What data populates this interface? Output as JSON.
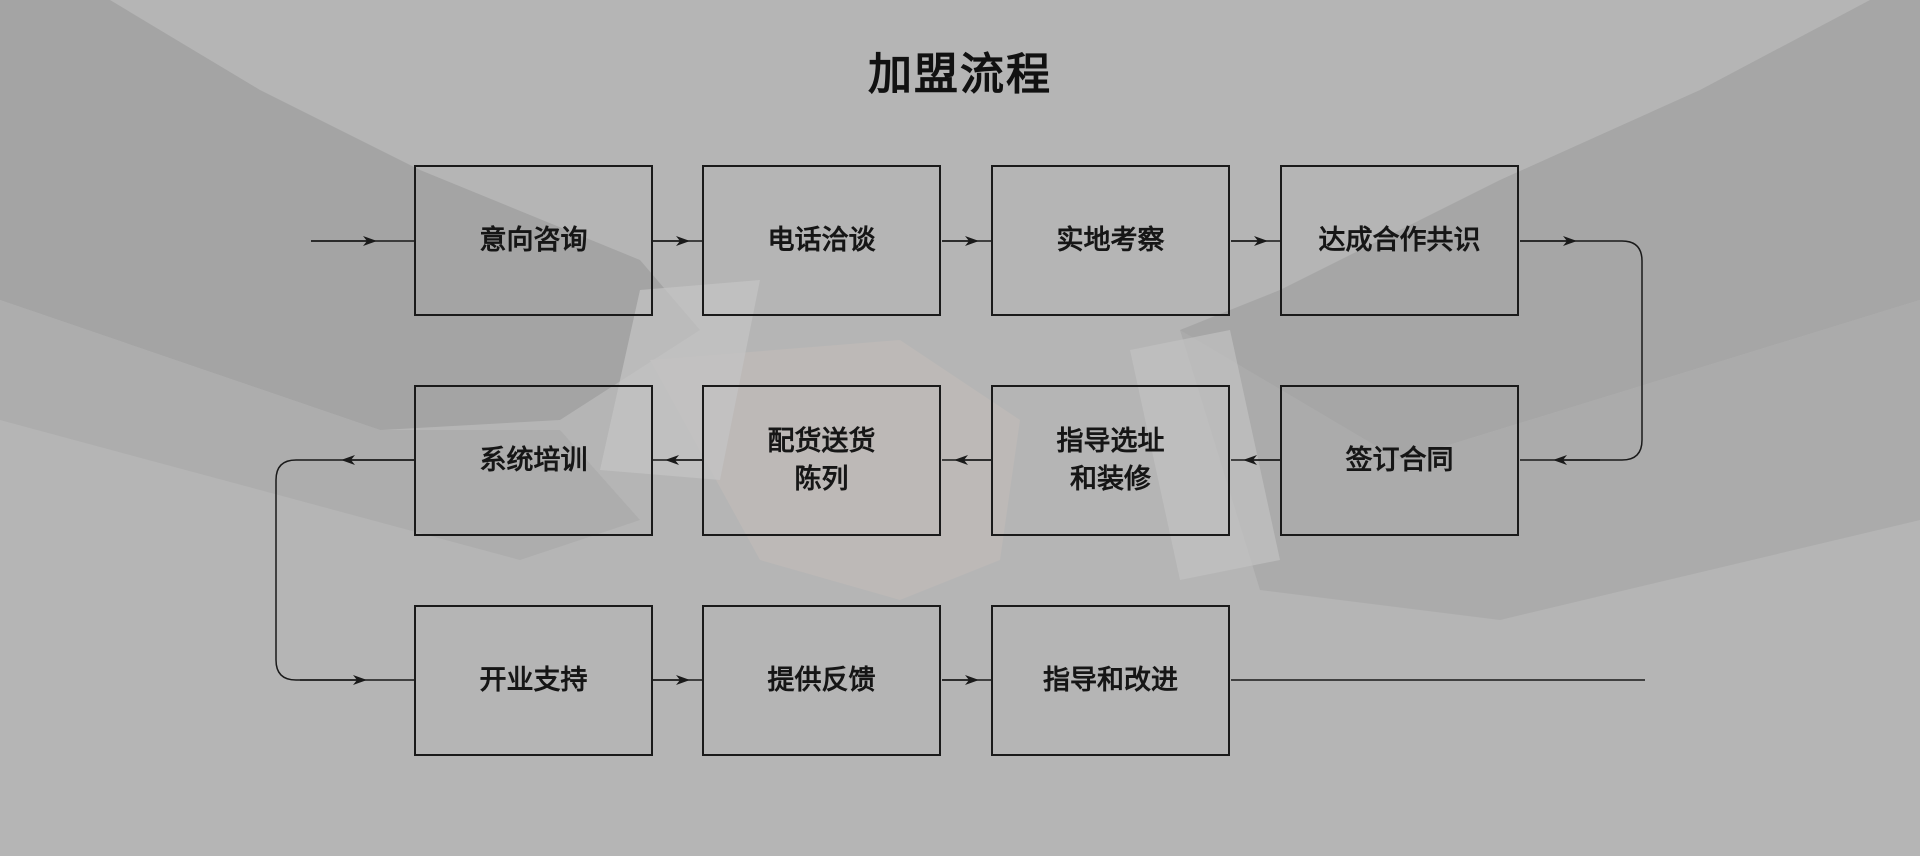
{
  "title": "加盟流程",
  "steps": [
    {
      "label": "意向咨询"
    },
    {
      "label": "电话洽谈"
    },
    {
      "label": "实地考察"
    },
    {
      "label": "达成合作共识"
    },
    {
      "label": "签订合同"
    },
    {
      "label": "指导选址\n和装修"
    },
    {
      "label": "配货送货\n陈列"
    },
    {
      "label": "系统培训"
    },
    {
      "label": "开业支持"
    },
    {
      "label": "提供反馈"
    },
    {
      "label": "指导和改进"
    }
  ],
  "colors": {
    "background": "#b5b5b5",
    "line": "#1a1a1a",
    "text": "#161616"
  }
}
